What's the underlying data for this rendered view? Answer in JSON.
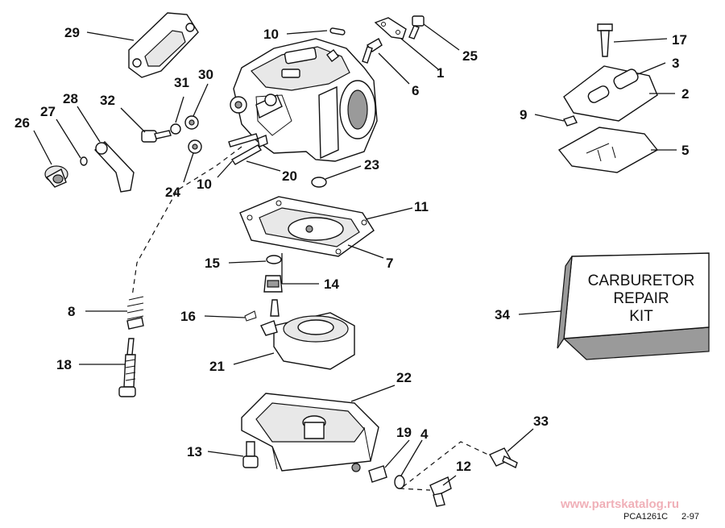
{
  "diagram": {
    "watermark": "www.partskatalog.ru",
    "drawing_code": "PCA1261C",
    "drawing_date": "2-97",
    "kit_label": [
      "CARBURETOR",
      "REPAIR",
      "KIT"
    ],
    "callouts": [
      "29",
      "10",
      "25",
      "1",
      "6",
      "17",
      "3",
      "2",
      "9",
      "5",
      "31",
      "30",
      "32",
      "28",
      "27",
      "26",
      "24",
      "10",
      "20",
      "23",
      "11",
      "7",
      "15",
      "14",
      "8",
      "16",
      "18",
      "21",
      "22",
      "33",
      "19",
      "4",
      "13",
      "12",
      "34"
    ]
  }
}
